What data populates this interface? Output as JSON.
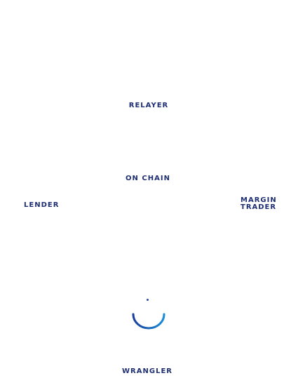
{
  "nodes": {
    "relayer": "RELAYER",
    "on_chain": "ON CHAIN",
    "lender": "LENDER",
    "margin_trader": [
      "MARGIN",
      "TRADER"
    ],
    "wrangler": "WRANGLER"
  },
  "colors": {
    "label": "#1f2f73",
    "spinner_start": "#1a3f9c",
    "spinner_end": "#1a8fd6",
    "dot": "#2e4ba0"
  },
  "icons": {
    "loading": "loading-spinner-icon",
    "indicator": "dot-icon"
  }
}
